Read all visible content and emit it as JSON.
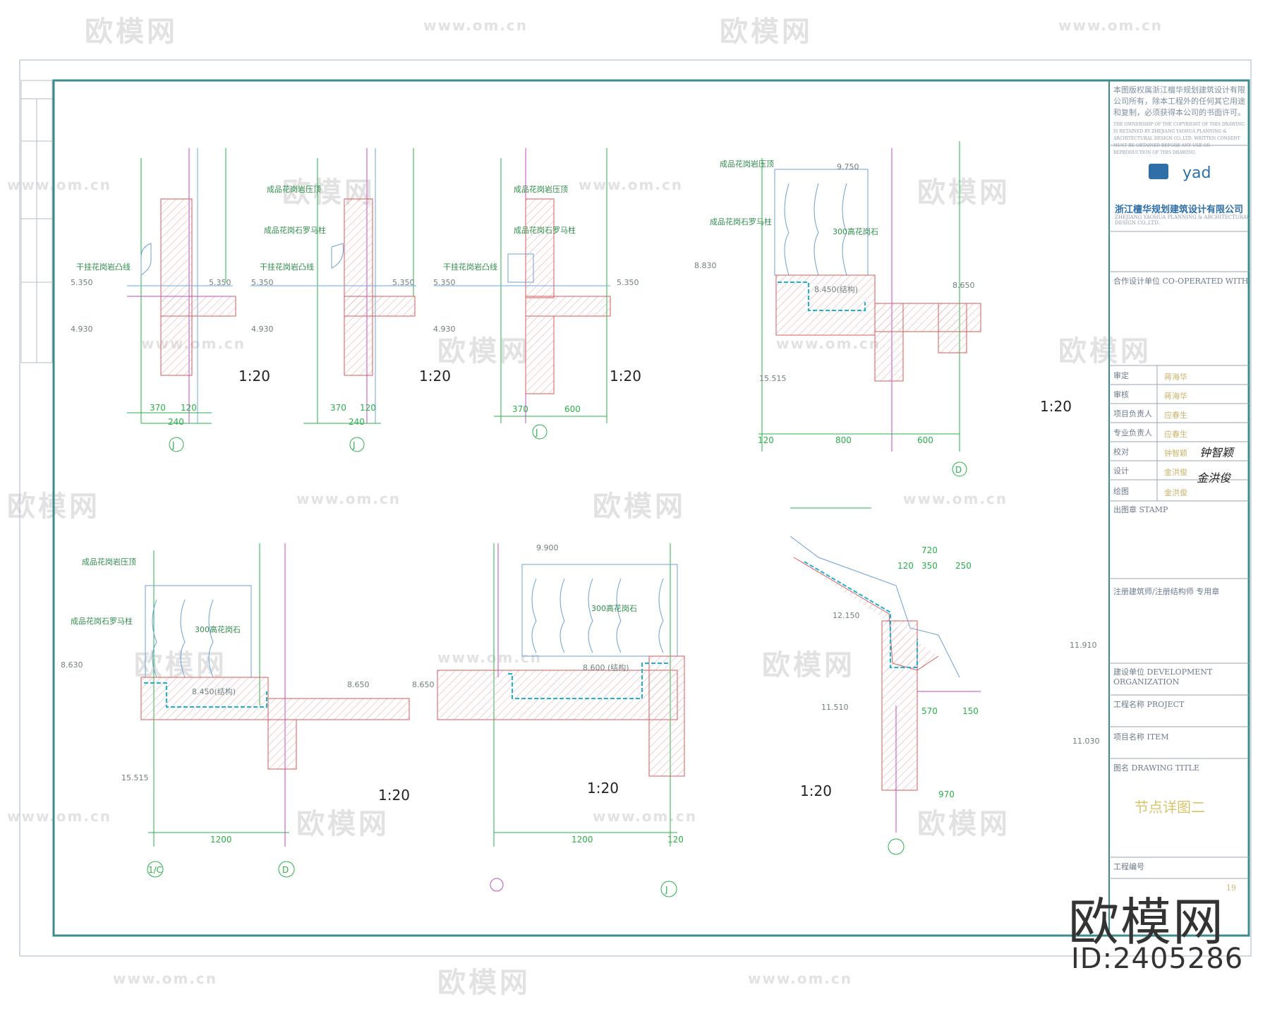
{
  "watermark": {
    "brand": "欧模网",
    "url": "www.om.cn"
  },
  "title_block": {
    "copyright_cn": "本图版权属浙江檀华规划建筑设计有限公司所有，除本工程外的任何其它用途和复制，必须获得本公司的书面许可。",
    "copyright_en": "THE OWNERSHIP OF THE COPYRIGHT OF THIS DRAWING IS RETAINED BY ZHEJIANG YAOHUA PLANNING & ARCHITECTURAL DESIGN CO.,LTD. WRITTEN CONSENT MUST BE OBTAINED BEFORE ANY USE OR REPRODUCTION OF THIS DRAWING",
    "company_cn": "浙江檀华规划建筑设计有限公司",
    "company_en": "ZHEJIANG YAOHUA PLANNING & ARCHITECTURAL DESIGN CO.,LTD.",
    "cooperation_label": "合作设计单位 CO-OPERATED WITH",
    "roles": [
      {
        "label": "审定",
        "name": "蒋海华"
      },
      {
        "label": "审核",
        "name": "蒋海华"
      },
      {
        "label": "项目负责人",
        "name": "应春生"
      },
      {
        "label": "专业负责人",
        "name": "应春生"
      },
      {
        "label": "校对",
        "name": "钟智颖"
      },
      {
        "label": "设计",
        "name": "金洪俊"
      },
      {
        "label": "绘图",
        "name": "金洪俊"
      }
    ],
    "stamp_label": "出图章 STAMP",
    "reg_label": "注册建筑师/注册结构师 专用章",
    "client_label": "建设单位 DEVELOPMENT ORGANIZATION",
    "project_label": "工程名称 PROJECT",
    "item_label": "项目名称 ITEM",
    "drawing_title_label": "图名 DRAWING TITLE",
    "drawing_title": "节点详图二",
    "project_no_label": "工程编号",
    "sheet_no": "19",
    "signature_1": "钟智颖",
    "signature_2": "金洪俊"
  },
  "detail_notes": {
    "coping": "成品花岗岩压顶",
    "baluster": "成品花岗石罗马柱",
    "cap_line": "干挂花岗岩凸线",
    "stone_300": "300高花岗石"
  },
  "elevations": {
    "e5350": "5.350",
    "e4930": "4.930",
    "e8830": "8.830",
    "e8630": "8.630",
    "e8650": "8.650",
    "e8450": "8.450(结构)",
    "e8600": "8.600 (结构)",
    "e9750": "9.750",
    "e9900": "9.900",
    "e12150": "12.150",
    "e11910": "11.910",
    "e11030": "11.030",
    "e11510": "11.510",
    "e15515": "15.515",
    "e1515": "15.515"
  },
  "scale_label": "1:20",
  "grid_labels": {
    "J": "J",
    "D": "D",
    "1C": "1/C"
  },
  "branding": {
    "big": "欧模网",
    "id": "ID:2405286"
  }
}
